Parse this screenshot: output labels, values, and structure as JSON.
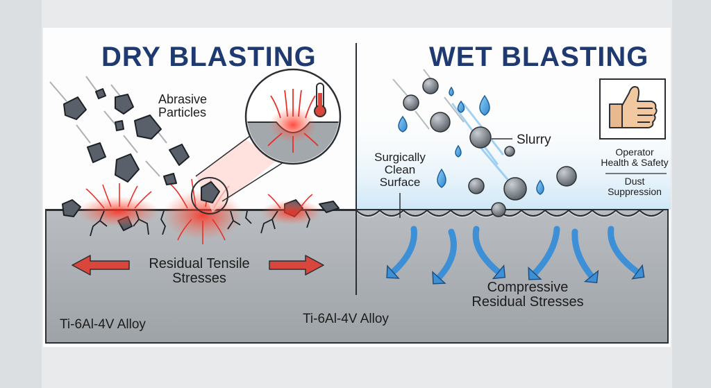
{
  "dry": {
    "title": "DRY BLASTING",
    "abrasive_label_line1": "Abrasive",
    "abrasive_label_line2": "Particles",
    "stress_label_line1": "Residual Tensile",
    "stress_label_line2": "Stresses",
    "alloy_label": "Ti-6Al-4V Alloy"
  },
  "wet": {
    "title": "WET BLASTING",
    "slurry_label": "Slurry",
    "surface_label_line1": "Surgically",
    "surface_label_line2": "Clean",
    "surface_label_line3": "Surface",
    "safety_label_line1": "Operator",
    "safety_label_line2": "Health & Safety",
    "dust_label_line1": "Dust",
    "dust_label_line2": "Suppression",
    "stress_label_line1": "Compressive",
    "stress_label_line2": "Residual Stresses",
    "alloy_label": "Ti-6Al-4V Alloy"
  },
  "colors": {
    "title": "#1f3a70",
    "metal": "#a9adb1",
    "tensile_arrow": "#d9473c",
    "compressive_arrow": "#3d8fd6",
    "water": "#4aa3e0",
    "heat": "#ff3b2a"
  },
  "icons": [
    "thermometer-icon",
    "thumbs-up-icon"
  ]
}
